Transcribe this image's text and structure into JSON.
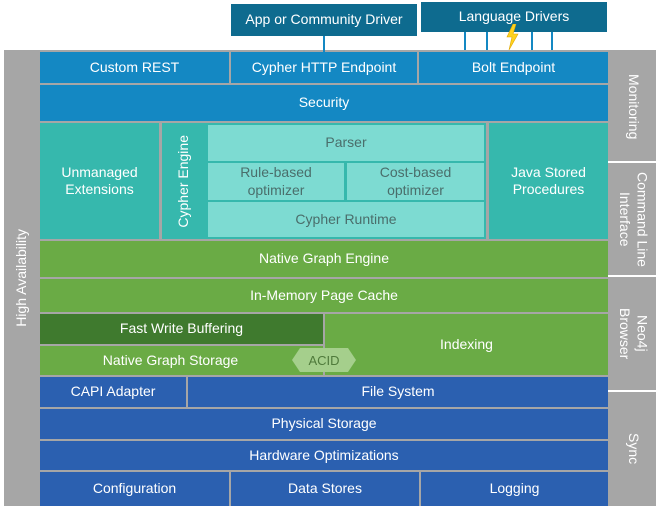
{
  "top": {
    "app_driver": "App or Community Driver",
    "language_drivers": "Language Drivers"
  },
  "endpoints": {
    "custom_rest": "Custom REST",
    "cypher_http": "Cypher HTTP Endpoint",
    "bolt": "Bolt Endpoint"
  },
  "security": "Security",
  "engine": {
    "unmanaged_extensions": "Unmanaged Extensions",
    "cypher_engine": "Cypher Engine",
    "parser": "Parser",
    "rule_based": "Rule-based optimizer",
    "cost_based": "Cost-based optimizer",
    "cypher_runtime": "Cypher Runtime",
    "java_stored_procedures": "Java Stored Procedures"
  },
  "graph": {
    "native_graph_engine": "Native Graph Engine",
    "in_memory_page_cache": "In-Memory Page Cache",
    "fast_write_buffering": "Fast Write Buffering",
    "native_graph_storage": "Native Graph Storage",
    "acid": "ACID",
    "indexing": "Indexing"
  },
  "storage": {
    "capi_adapter": "CAPI Adapter",
    "file_system": "File System",
    "physical_storage": "Physical Storage",
    "hardware_optimizations": "Hardware Optimizations",
    "configuration": "Configuration",
    "data_stores": "Data Stores",
    "logging": "Logging"
  },
  "side": {
    "high_availability": "High Availability",
    "monitoring": "Monitoring",
    "command_line_interface": "Command Line Interface",
    "neo4j_browser": "Neo4j Browser",
    "sync": "Sync"
  },
  "colors": {
    "blue_top": "#1488c3",
    "teal": "#36b8ad",
    "green": "#6aab45",
    "navy": "#2b60b0",
    "gray": "#a6a6a6"
  },
  "icons": {
    "bolt_connector": "lightning-icon"
  }
}
